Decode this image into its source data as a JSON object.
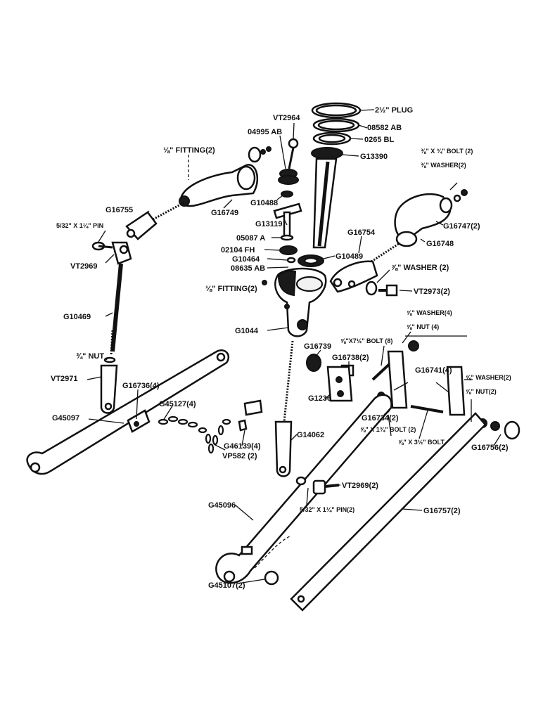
{
  "labels": {
    "plug": "2½\" PLUG",
    "p08582": "08582 AB",
    "p0265": "0265 BL",
    "g13390": "G13390",
    "vt2964": "VT2964",
    "p04995": "04995 AB",
    "fitting_top": "⅛\" FITTING(2)",
    "g16755": "G16755",
    "g16749": "G16749",
    "g10488": "G10488",
    "g13119": "G13119",
    "bolt_top": "⅜\" X ¾\" BOLT (2)",
    "washer_top": "⅜\" WASHER(2)",
    "g16747": "G16747(2)",
    "pin_left": "5/32\" X 1¼\" PIN",
    "vt2969": "VT2969",
    "p05087": "05087 A",
    "p02104": "02104 FH",
    "g10464": "G10464",
    "p08635": "08635 AB",
    "g16754": "G16754",
    "g16748": "G16748",
    "g10489": "G10489",
    "washer78": "⅞\" WASHER (2)",
    "vt2973": "VT2973(2)",
    "fitting_mid": "⅛\" FITTING(2)",
    "g10469": "G10469",
    "g1044": "G1044",
    "washer58_4": "⅝\" WASHER(4)",
    "nut58_4": "⅝\" NUT (4)",
    "g16739": "G16739",
    "bolt_758": "⅝\"X7½\" BOLT (8)",
    "g16738": "G16738(2)",
    "nut34": "¾\" NUT",
    "vt2971": "VT2971",
    "g16736": "G16736(4)",
    "g16741": "G16741(4)",
    "washer58_2": "⅝\" WASHER(2)",
    "nut58_2": "⅝\" NUT(2)",
    "g1236": "G1236",
    "g16734": "G16734(2)",
    "g45097": "G45097",
    "g45127": "G45127(4)",
    "bolt_1_34": "⅝\" X 1¾\" BOLT (2)",
    "bolt_3_12": "⅝\" X 3½\" BOLT",
    "g16756": "G16756(2)",
    "g46139": "G46139(4)",
    "vp582": "VP582 (2)",
    "g14062": "G14062",
    "vt2969_2": "VT2969(2)",
    "pin_mid": "5/32\" X 1¼\" PIN(2)",
    "g45096": "G45096",
    "g16757": "G16757(2)",
    "g45107": "G45107(2)"
  }
}
